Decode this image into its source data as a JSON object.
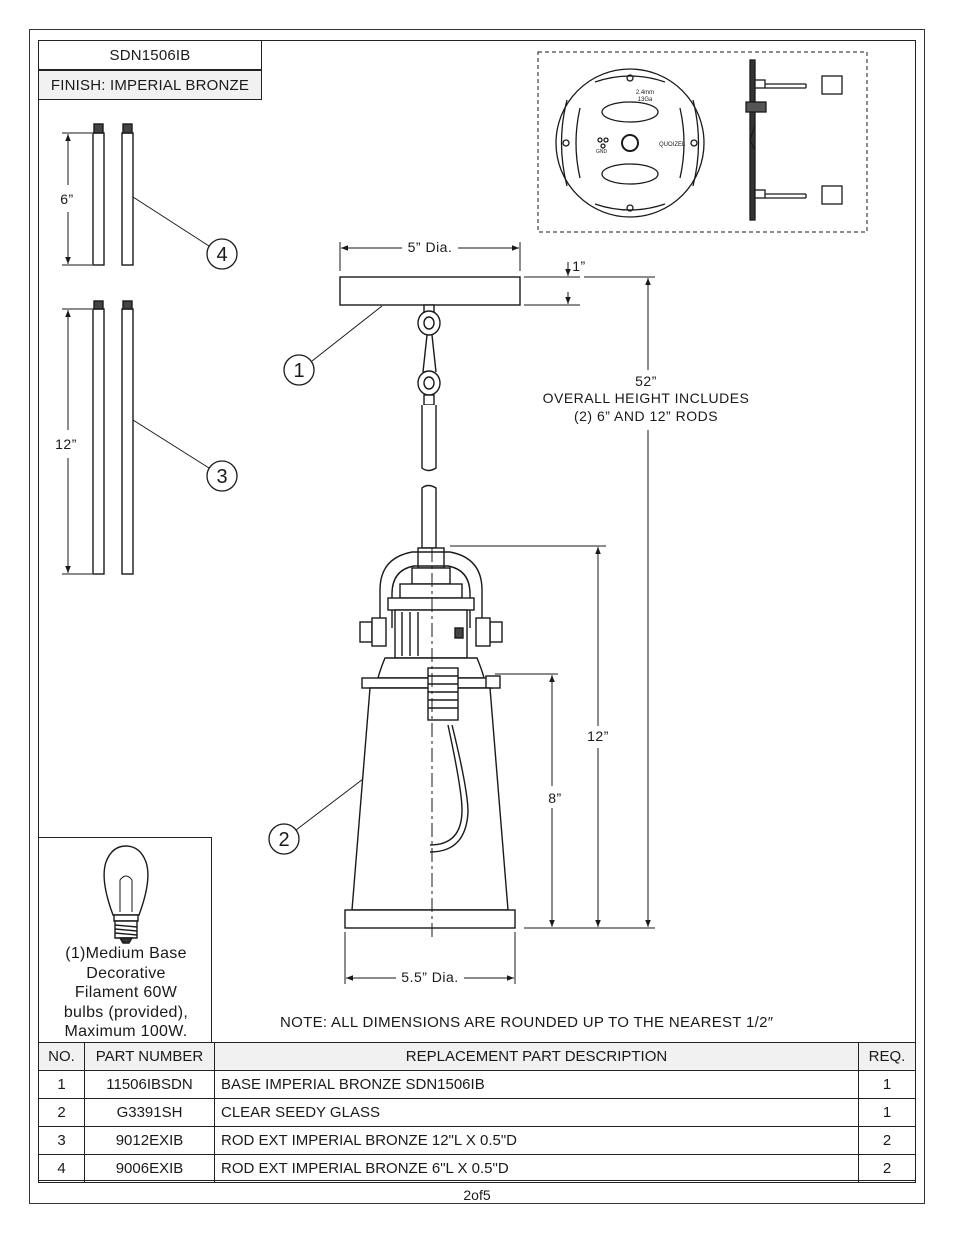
{
  "header": {
    "model": "SDN1506IB",
    "finish": "FINISH: IMPERIAL BRONZE"
  },
  "bulb": {
    "lines": [
      "(1)Medium Base",
      "Decorative",
      "Filament 60W",
      "bulbs (provided),",
      "Maximum 100W."
    ]
  },
  "dimensions": {
    "canopy_dia": "5” Dia.",
    "canopy_height": "1”",
    "overall_height": "52”",
    "overall_note_1": "OVERALL HEIGHT INCLUDES",
    "overall_note_2": "(2) 6” AND 12” RODS",
    "fixture_height": "12”",
    "shade_height": "8”",
    "shade_dia": "5.5” Dia.",
    "rod_short": "6”",
    "rod_long": "12”"
  },
  "mounting_plate": {
    "mark_1": "2.4mm",
    "mark_2": "13Ga",
    "brand": "QUOIZEL",
    "gnd": "GND"
  },
  "callouts": [
    "1",
    "2",
    "3",
    "4"
  ],
  "note": "NOTE:  ALL DIMENSIONS ARE ROUNDED UP TO THE NEAREST  1/2″",
  "table": {
    "headers": [
      "NO.",
      "PART NUMBER",
      "REPLACEMENT PART DESCRIPTION",
      "REQ."
    ],
    "rows": [
      [
        "1",
        "11506IBSDN",
        "BASE IMPERIAL BRONZE SDN1506IB",
        "1"
      ],
      [
        "2",
        "G3391SH",
        "CLEAR SEEDY GLASS",
        "1"
      ],
      [
        "3",
        "9012EXIB",
        "ROD EXT IMPERIAL BRONZE 12\"L X 0.5\"D",
        "2"
      ],
      [
        "4",
        "9006EXIB",
        "ROD EXT IMPERIAL BRONZE 6\"L X 0.5\"D",
        "2"
      ]
    ]
  },
  "page": "2of5"
}
